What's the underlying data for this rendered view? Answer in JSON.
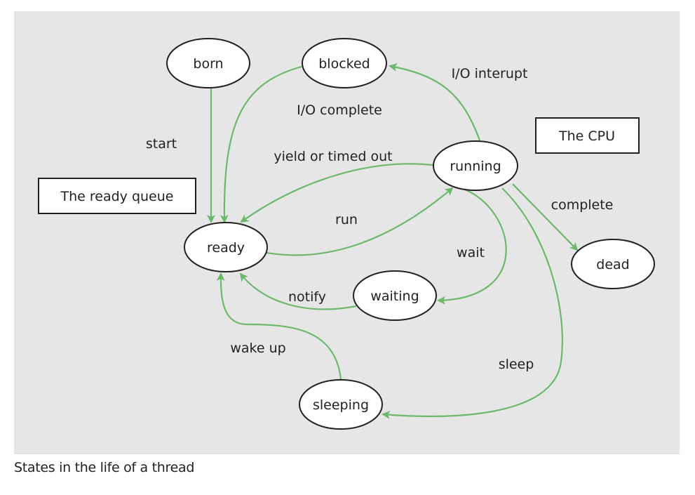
{
  "nodes": {
    "born": "born",
    "blocked": "blocked",
    "running": "running",
    "ready": "ready",
    "waiting": "waiting",
    "dead": "dead",
    "sleeping": "sleeping"
  },
  "edges": {
    "start": "start",
    "io_complete": "I/O complete",
    "io_interupt": "I/O interupt",
    "yield_or_timed_out": "yield or timed out",
    "run": "run",
    "complete": "complete",
    "wait": "wait",
    "notify": "notify",
    "wake_up": "wake up",
    "sleep": "sleep"
  },
  "boxes": {
    "ready_queue": "The ready queue",
    "cpu": "The CPU"
  },
  "caption": "States in the life of a thread",
  "colors": {
    "background": "#e6e6e7",
    "arrow": "#6db86b",
    "text": "#231f20",
    "node_fill": "#ffffff"
  }
}
